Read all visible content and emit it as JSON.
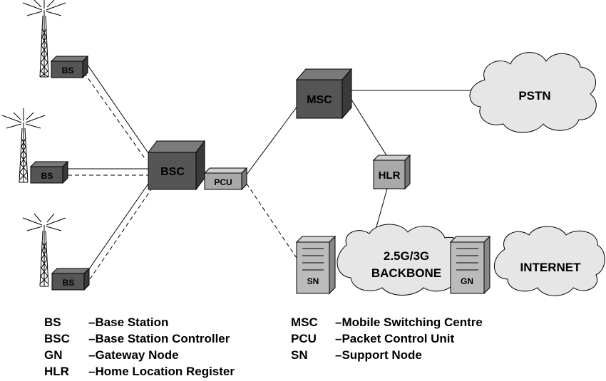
{
  "nodes": {
    "bs1": "BS",
    "bs2": "BS",
    "bs3": "BS",
    "bsc": "BSC",
    "pcu": "PCU",
    "msc": "MSC",
    "hlr": "HLR",
    "sn": "SN",
    "gn": "GN",
    "pstn": "PSTN",
    "backbone_line1": "2.5G/3G",
    "backbone_line2": "BACKBONE",
    "internet": "INTERNET"
  },
  "legend": {
    "left": [
      {
        "abbr": "BS",
        "desc": "–Base Station"
      },
      {
        "abbr": "BSC",
        "desc": "–Base Station Controller"
      },
      {
        "abbr": "GN",
        "desc": "–Gateway Node"
      },
      {
        "abbr": "HLR",
        "desc": "–Home Location Register"
      }
    ],
    "right": [
      {
        "abbr": "MSC",
        "desc": "–Mobile Switching Centre"
      },
      {
        "abbr": "PCU",
        "desc": "–Packet Control Unit"
      },
      {
        "abbr": "SN",
        "desc": "–Support Node"
      }
    ]
  },
  "colors": {
    "dark_box": "#555555",
    "light_box": "#a9a9a9",
    "cloud_fill": "#e6e6e6",
    "line": "#000000"
  }
}
